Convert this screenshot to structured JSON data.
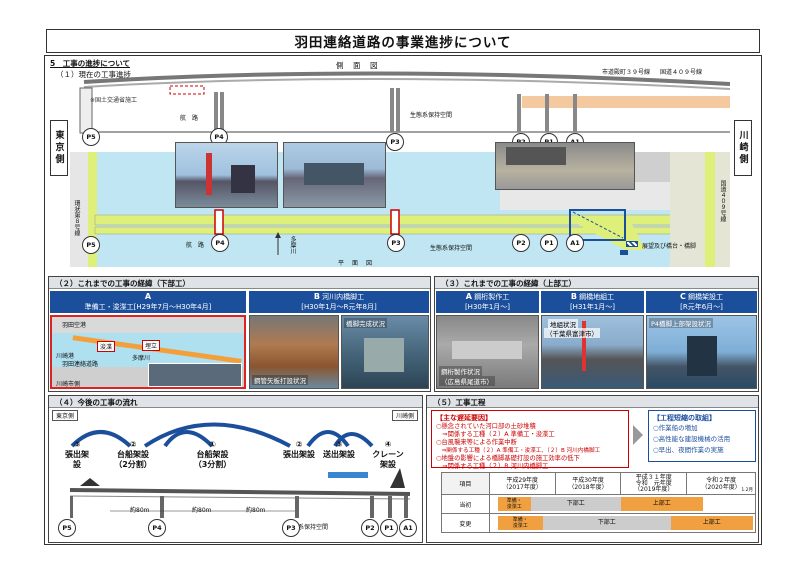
{
  "title": "羽田連絡道路の事業進捗について",
  "section5": {
    "heading": "5　工事の進捗について",
    "sub1": "（１）現在の工事進捗",
    "side_view": "側　面　図",
    "plan_view": "平　面　図",
    "left_side": "東京側",
    "right_side": "川崎側",
    "road_left": "環状第８号線",
    "road_right": "国道４０９号線",
    "city_road": "市道殿町３９号線",
    "national_road": "国道４０９号線",
    "mlit_work": "※国土交通省施工",
    "channel_side": "航　路",
    "channel_plan": "航　路",
    "eco_space_side": "生態系保持空間",
    "eco_space_plan": "生態系保持空間",
    "river": "多摩川",
    "legend": "展望及び橋台・橋脚",
    "piers": {
      "p5": "P5",
      "p4": "P4",
      "p3": "P3",
      "p2": "P2",
      "p1": "P1",
      "a1": "A1"
    }
  },
  "section2": {
    "heading": "（２）これまでの工事の経緯（下部工）",
    "a_label": "A",
    "a_title": "準備工・浚渫工",
    "a_date": "[H29年7月～H30年4月]",
    "b_label": "B",
    "b_title": "河川内橋脚工",
    "b_date": "[H30年1月～R元年8月]",
    "map_haneda": "羽田空港",
    "map_tama": "多摩川",
    "map_road": "羽田連絡道路",
    "map_port": "川崎港",
    "map_fill": "埋立",
    "map_dredge": "浚渫",
    "map_kawasaki": "川崎市側",
    "photo_pier": "橋脚完成状況",
    "photo_steel": "鋼管矢板打設状況"
  },
  "section3": {
    "heading": "（３）これまでの工事の経緯（上部工）",
    "a_label": "A",
    "a_title": "鋼桁製作工",
    "a_date": "[H30年1月～]",
    "b_label": "B",
    "b_title": "鋼橋地組工",
    "b_date": "[H31年1月～]",
    "c_label": "C",
    "c_title": "鋼橋架設工",
    "c_date": "[R元年6月～]",
    "cap_a1": "鋼桁製作状況",
    "cap_a2": "（広島県尾道市）",
    "cap_b1": "地組状況",
    "cap_b2": "（千葉県富津市）",
    "cap_c": "P4橋脚上部架設状況"
  },
  "section4": {
    "heading": "（４）今後の工事の流れ",
    "tokyo": "東京側",
    "kawasaki": "川崎側",
    "steps": [
      {
        "num": "③",
        "label": "張出架設"
      },
      {
        "num": "②",
        "label": "台船架設\n（2分割）"
      },
      {
        "num": "①",
        "label": "台船架設\n（3分割）"
      },
      {
        "num": "②",
        "label": "張出架設"
      },
      {
        "num": "③",
        "label": "送出架設"
      },
      {
        "num": "④",
        "label": "クレーン\n架設"
      }
    ],
    "dim1": "約80m",
    "dim2": "約80m",
    "dim3": "約80m",
    "eco": "生態系保持空間",
    "piers": {
      "p5": "P5",
      "p4": "P4",
      "p3": "P3",
      "p2": "P2",
      "p1": "P1",
      "a1": "A1"
    }
  },
  "section5b": {
    "heading": "（５）工事工程",
    "delay_title": "【主な遅延要因】",
    "delays": [
      "○懸念されていた河口部の土砂堆積",
      "　⇒関係する工種（２）A 準備工・浚渫工",
      "○台風襲来等による作業中断",
      "　⇒関係する工種（２）A 準備工・浚渫工、（２）B 河川内橋脚工",
      "○地盤の影響による橋脚基礎打設の施工効率の低下",
      "　⇒関係する工種（２）B 河川内橋脚工"
    ],
    "measures_title": "【工程短縮の取組】",
    "measures": [
      "○作業船の増加",
      "○高性能な建設機械の活用",
      "○早出、夜間作業の実施"
    ],
    "table": {
      "col_item": "項目",
      "y1": "平成29年度\n（2017年度）",
      "y2": "平成30年度\n（2018年度）",
      "y3": "平成３１年度\n令和　元年度\n（2019年度）",
      "y4": "令和２年度\n（2020年度）",
      "note": "1.2月",
      "row_initial": "当初",
      "row_changed": "変更",
      "bar_prep": "準備・\n浚渫工",
      "bar_sub": "下部工",
      "bar_super": "上部工"
    }
  },
  "colors": {
    "navy": "#1b4f9c",
    "road": "#dff07a",
    "water": "#bfe6f2",
    "red": "#cc0000",
    "orange": "#f0a040"
  }
}
